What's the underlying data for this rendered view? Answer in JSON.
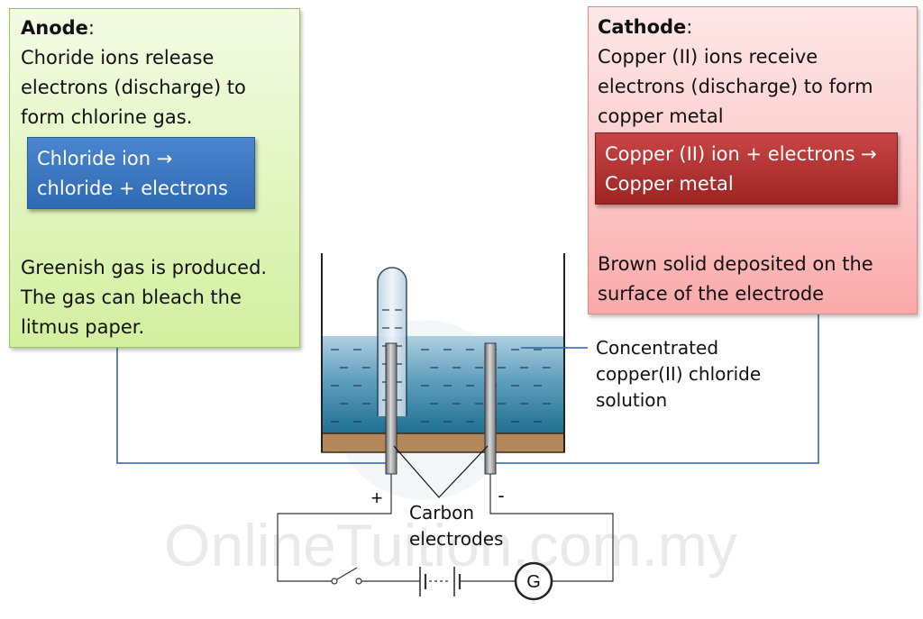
{
  "anode": {
    "heading": "Anode",
    "colon": ":",
    "line1": "Choride ions release",
    "line2": "electrons (discharge) to",
    "line3": "form chlorine gas.",
    "equation_line1": "Chloride ion →",
    "equation_line2": "chloride  + electrons",
    "observation1": "Greenish gas is produced.",
    "observation2": "The gas can bleach the",
    "observation3": "litmus paper."
  },
  "cathode": {
    "heading": "Cathode",
    "colon": ":",
    "line1": "Copper (II) ions receive",
    "line2": "electrons (discharge) to form",
    "line3": "copper metal",
    "equation_line1": "Copper (II) ion + electrons →",
    "equation_line2": "Copper metal",
    "observation1": "Brown solid deposited on the",
    "observation2": "surface of the electrode"
  },
  "apparatus": {
    "solution_label_1": "Concentrated",
    "solution_label_2": "copper(II) chloride",
    "solution_label_3": "solution",
    "plus_sign": "+",
    "minus_sign": "-",
    "electrodes_label_1": "Carbon",
    "electrodes_label_2": "electrodes",
    "galvanometer_symbol": "G"
  },
  "watermark": "OnlineTuition.com.my",
  "colors": {
    "anode_box": "#e1f5bf",
    "cathode_box": "#fccaca",
    "anode_equation": "#2f69b3",
    "cathode_equation": "#9e2424",
    "solution": "#3f87a6",
    "deposit": "#b4875a",
    "wire_blue": "#2f5fa8"
  }
}
